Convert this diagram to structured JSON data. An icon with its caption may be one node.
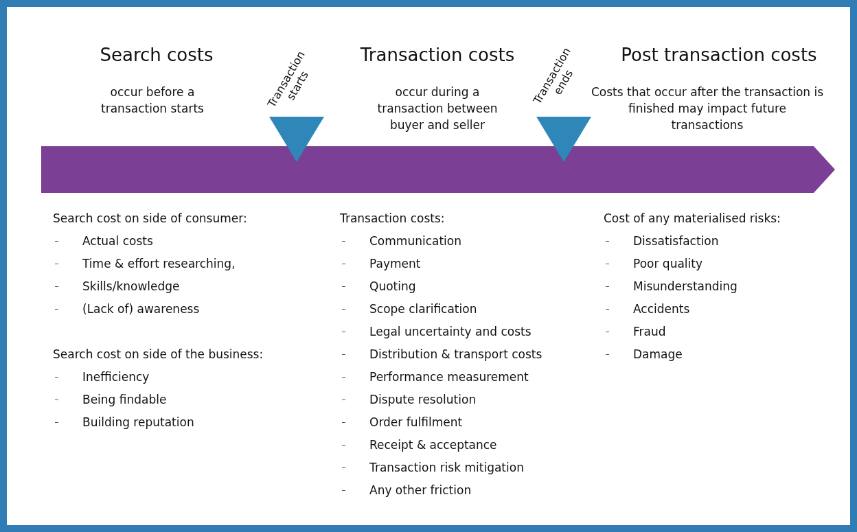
{
  "diagram": {
    "nodes": [
      {
        "text": [
          "Transaction starts"
        ]
      },
      {
        "text": [
          "Transaction ends"
        ]
      }
    ],
    "labels": [
      "Search costs",
      "Transaction costs",
      "Post transaction costs",
      "occur before a transaction starts",
      "occur during a transaction between buyer and seller",
      "Costs that occur after the transaction is finished may impact future transactions",
      "Search cost on side of consumer:",
      "Actual costs",
      "Time & effort researching,",
      "Skills/knowledge",
      "(Lack of) awareness",
      "Search cost on side of the business:",
      "Inefficiency",
      "Being findable",
      "Building reputation",
      "Transaction costs:",
      "Communication",
      "Payment",
      "Quoting",
      "Scope clarification",
      "Legal uncertainty and costs",
      "Distribution & transport costs",
      "Performance measurement",
      "Dispute resolution",
      "Order fulfilment",
      "Receipt & acceptance",
      "Transaction risk mitigation",
      "Any other friction",
      "Cost of any materialised risks:",
      "Dissatisfaction",
      "Poor quality",
      "Misunderstanding",
      "Accidents",
      "Fraud",
      "Damage"
    ]
  }
}
